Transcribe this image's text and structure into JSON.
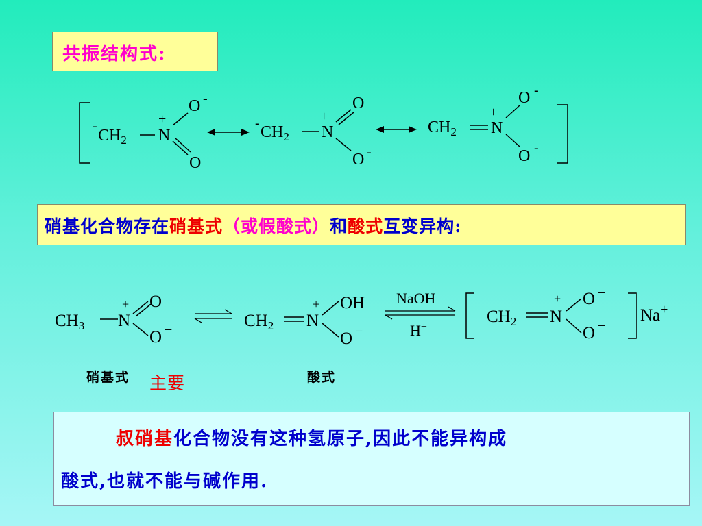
{
  "title_box": {
    "text": "共振结构式:"
  },
  "resonance": {
    "s1": {
      "charge": "-",
      "group": "CH",
      "sub": "2",
      "plus": "+",
      "n": "N",
      "o_top": "O",
      "o_top_charge": "-",
      "o_bot": "O"
    },
    "s2": {
      "charge": "-",
      "group": "CH",
      "sub": "2",
      "plus": "+",
      "n": "N",
      "o_top": "O",
      "o_bot": "O",
      "o_bot_charge": "-"
    },
    "s3": {
      "group": "CH",
      "sub": "2",
      "plus": "+",
      "n": "N",
      "o_top": "O",
      "o_top_charge": "-",
      "o_bot": "O",
      "o_bot_charge": "-"
    }
  },
  "statement": {
    "p1": "硝基化合物存在",
    "p2": "硝基式",
    "p3": "（或假酸式）",
    "p4": "和",
    "p5": "酸式",
    "p6": "互变异构:"
  },
  "tautomer": {
    "nitro": {
      "group": "CH",
      "sub": "3",
      "plus": "+",
      "n": "N",
      "o_top": "O",
      "o_bot": "O",
      "o_bot_charge": "−"
    },
    "aci": {
      "group": "CH",
      "sub": "2",
      "plus": "+",
      "n": "N",
      "o_top": "OH",
      "o_bot": "O",
      "o_bot_charge": "−"
    },
    "reagent_top": "NaOH",
    "reagent_bottom": "H",
    "reagent_bottom_charge": "+",
    "salt": {
      "group": "CH",
      "sub": "2",
      "plus": "+",
      "n": "N",
      "o_top": "O",
      "o_top_charge": "−",
      "o_bot": "O",
      "o_bot_charge": "−",
      "counter_ion": "Na",
      "counter_charge": "+"
    }
  },
  "labels": {
    "nitro_form": "硝基式",
    "major": "主要",
    "aci_form": "酸式"
  },
  "note": {
    "l1a": "叔硝基",
    "l1b": "化合物没有这种氢原子,因此不能异构成",
    "l2": "酸式,也就不能与碱作用."
  },
  "colors": {
    "title_text": "#ff00cc",
    "statement_text": "#0000cc",
    "highlight_red": "#ee0000",
    "bracket_text": "#ff00cc",
    "box_fill": "#ffff99",
    "note_fill": "#d6ffff"
  }
}
